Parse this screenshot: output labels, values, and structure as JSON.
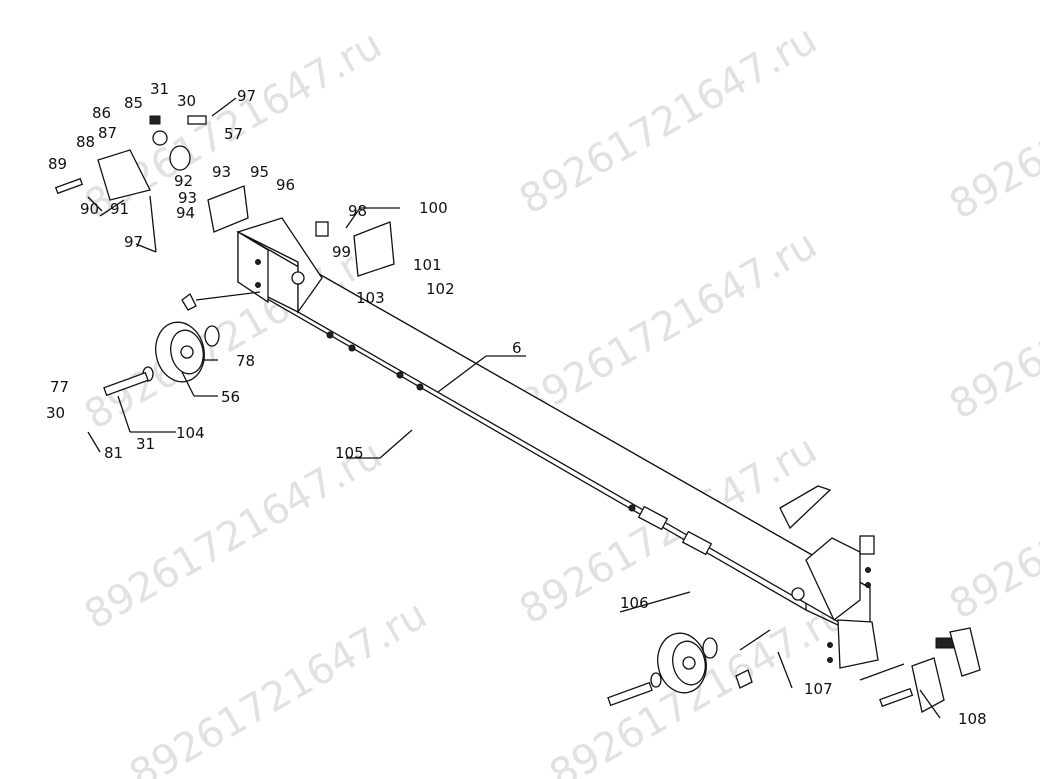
{
  "diagram": {
    "watermark_text": "89261721647.ru",
    "parts": [
      "6",
      "30",
      "31",
      "56",
      "57",
      "77",
      "78",
      "81",
      "85",
      "86",
      "87",
      "88",
      "89",
      "90",
      "91",
      "92",
      "93",
      "94",
      "95",
      "96",
      "97",
      "98",
      "99",
      "100",
      "101",
      "102",
      "103",
      "104",
      "105",
      "106",
      "107",
      "108"
    ],
    "labels": {
      "p31a": "31",
      "p85": "85",
      "p30a": "30",
      "p97a": "97",
      "p86": "86",
      "p57": "57",
      "p87": "87",
      "p88": "88",
      "p93a": "93",
      "p89": "89",
      "p92": "92",
      "p93b": "93",
      "p90": "90",
      "p91": "91",
      "p94": "94",
      "p97b": "97",
      "p95": "95",
      "p96": "96",
      "p98": "98",
      "p100": "100",
      "p99": "99",
      "p101": "101",
      "p103": "103",
      "p102": "102",
      "p78": "78",
      "p56": "56",
      "p6": "6",
      "p77": "77",
      "p30b": "30",
      "p104": "104",
      "p31b": "31",
      "p81": "81",
      "p105": "105",
      "p106": "106",
      "p107": "107",
      "p108": "108"
    }
  }
}
